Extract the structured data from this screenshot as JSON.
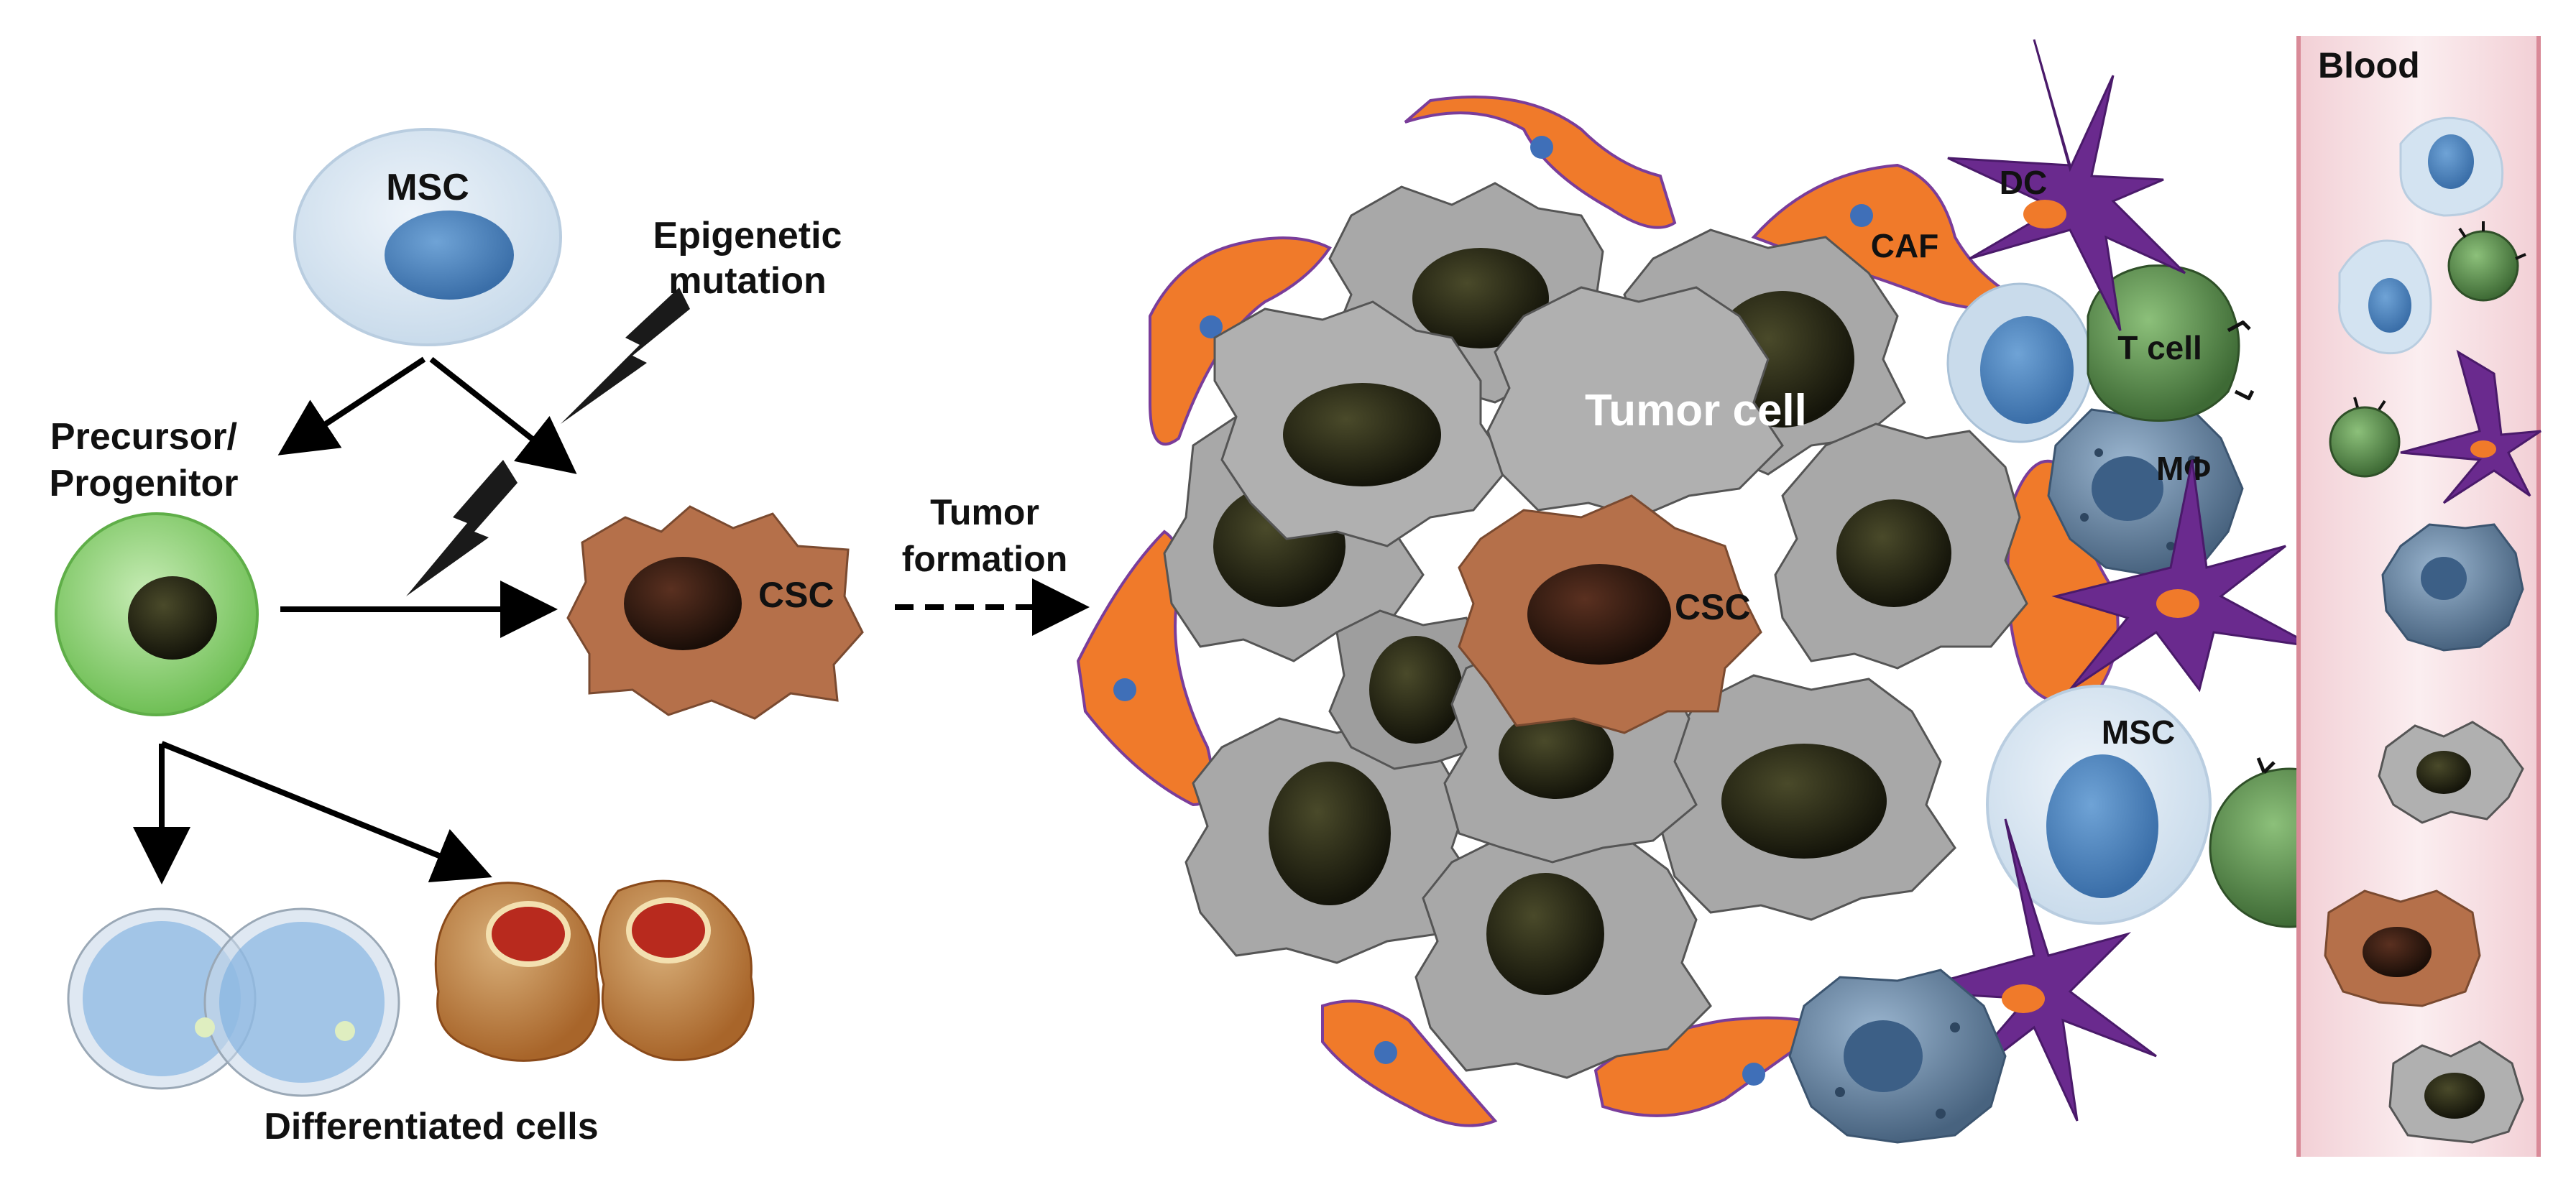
{
  "labels": {
    "msc_top": "MSC",
    "epigenetic_line1": "Epigenetic",
    "epigenetic_line2": "mutation",
    "precursor_line1": "Precursor/",
    "precursor_line2": "Progenitor",
    "csc_left": "CSC",
    "tumor_line1": "Tumor",
    "tumor_line2": "formation",
    "differentiated": "Differentiated cells",
    "tumor_cell": "Tumor cell",
    "csc_center": "CSC",
    "caf": "CAF",
    "dc": "DC",
    "t_cell": "T cell",
    "macrophage": "MΦ",
    "msc_right": "MSC",
    "blood": "Blood"
  },
  "colors": {
    "msc_outer": "#d6e4f0",
    "msc_nucleus": "#4f86bf",
    "progenitor": "#8fcf7a",
    "csc": "#b06a45",
    "tumor_cell": "#a9a9a9",
    "tumor_nucleus": "#2e2c14",
    "caf": "#f07a2a",
    "caf_outline": "#7a3d9a",
    "dc": "#6a2a8e",
    "t_cell": "#4f7f45",
    "macrophage": "#5a7a99",
    "blood_vessel": "#f7dfe2",
    "blood_edge": "#d98a98",
    "differentiated_red": "#c0392b"
  }
}
